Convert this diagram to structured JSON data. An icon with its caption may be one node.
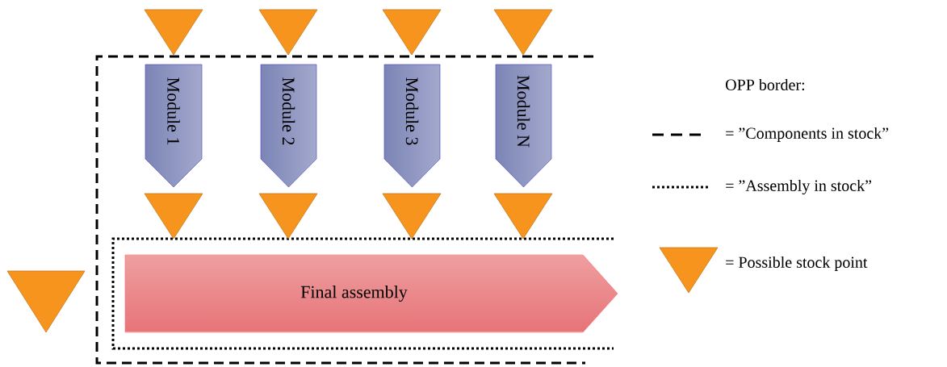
{
  "diagram": {
    "nodes": [
      {
        "text": [],
        "shape": "triangle"
      },
      {
        "text": [],
        "shape": "triangle"
      },
      {
        "text": [],
        "shape": "triangle"
      },
      {
        "text": [],
        "shape": "triangle"
      },
      {
        "text": [
          "Module 1"
        ]
      },
      {
        "text": [
          "Module 2"
        ]
      },
      {
        "text": [
          "Module 3"
        ]
      },
      {
        "text": [
          "Module N"
        ]
      },
      {
        "text": [],
        "shape": "triangle"
      },
      {
        "text": [],
        "shape": "triangle"
      },
      {
        "text": [],
        "shape": "triangle"
      },
      {
        "text": [],
        "shape": "triangle"
      },
      {
        "text": [],
        "shape": "triangle"
      },
      {
        "text": [
          "Final assembly"
        ]
      }
    ],
    "labels": [
      "OPP border:"
    ],
    "legend": [
      {
        "text": "= ”Components in stock”"
      },
      {
        "text": "= ”Assembly in stock”"
      },
      {
        "text": "= Possible stock point"
      }
    ]
  }
}
